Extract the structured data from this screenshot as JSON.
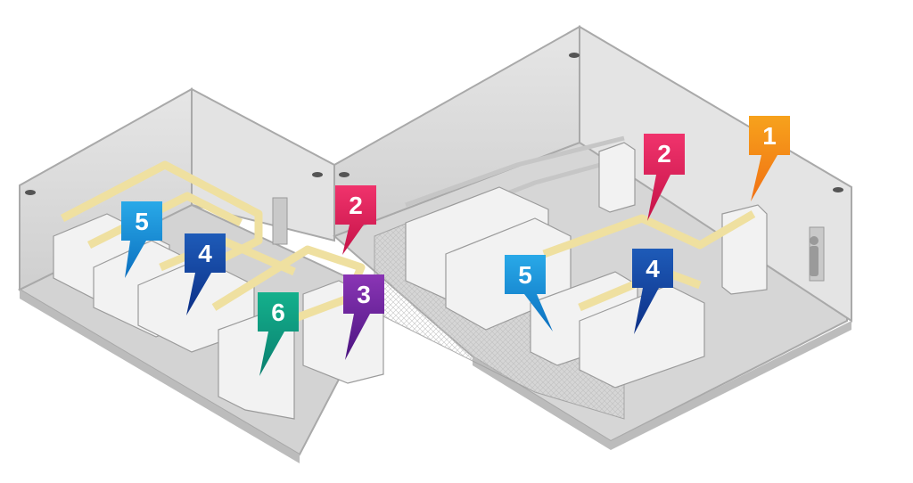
{
  "callouts": [
    {
      "id": "c5-left",
      "label": "5",
      "color_top": "#29a9e8",
      "color_bottom": "#0b6fbf"
    },
    {
      "id": "c4-left",
      "label": "4",
      "color_top": "#1e5bb8",
      "color_bottom": "#0c2f86"
    },
    {
      "id": "c2-left",
      "label": "2",
      "color_top": "#f0336c",
      "color_bottom": "#c41247"
    },
    {
      "id": "c3-left",
      "label": "3",
      "color_top": "#8a35b5",
      "color_bottom": "#4b1480"
    },
    {
      "id": "c6-left",
      "label": "6",
      "color_top": "#14b08c",
      "color_bottom": "#0a7f6f"
    },
    {
      "id": "c2-right",
      "label": "2",
      "color_top": "#f0336c",
      "color_bottom": "#c41247"
    },
    {
      "id": "c1-right",
      "label": "1",
      "color_top": "#f7a21c",
      "color_bottom": "#f07014"
    },
    {
      "id": "c5-right",
      "label": "5",
      "color_top": "#29a9e8",
      "color_bottom": "#0b6fbf"
    },
    {
      "id": "c4-right",
      "label": "4",
      "color_top": "#1e5bb8",
      "color_bottom": "#0c2f86"
    }
  ],
  "colors": {
    "wall": "#dcdcdc",
    "wall_dark": "#c4c4c4",
    "floor": "#cfcfcf",
    "rack": "#f2f2f2",
    "tray": "#f3e6a8"
  }
}
